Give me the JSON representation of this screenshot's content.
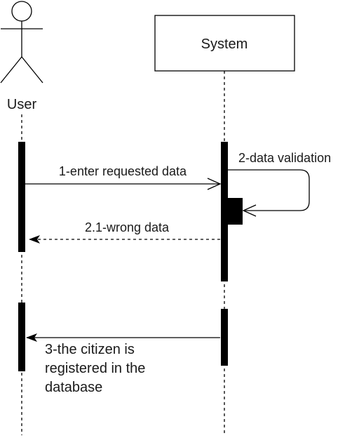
{
  "participants": {
    "user": {
      "label": "User",
      "icon": "stick-figure-icon"
    },
    "system": {
      "label": "System"
    }
  },
  "messages": {
    "m1": {
      "label": "1-enter requested data",
      "type": "sync"
    },
    "m2": {
      "label": "2-data validation",
      "type": "self-call"
    },
    "m21": {
      "label": "2.1-wrong data",
      "type": "return"
    },
    "m3": {
      "lines": [
        "3-the citizen is",
        "registered in the",
        "database"
      ],
      "type": "sync"
    }
  }
}
